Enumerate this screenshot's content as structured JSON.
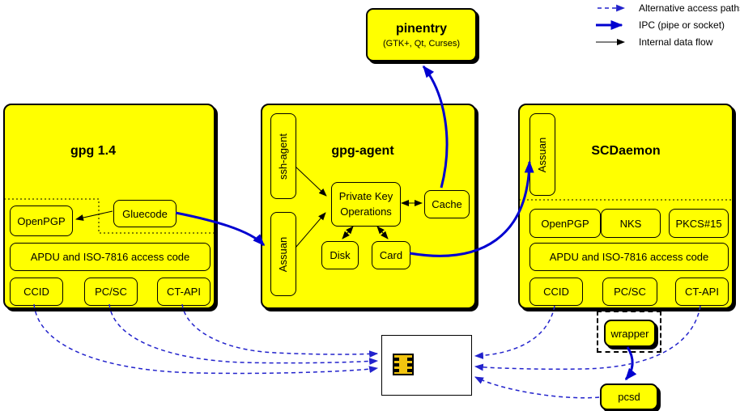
{
  "legend": {
    "alt": "Alternative access paths",
    "ipc": "IPC (pipe or socket)",
    "internal": "Internal data flow"
  },
  "pinentry": {
    "title": "pinentry",
    "subtitle": "(GTK+, Qt, Curses)"
  },
  "gpg14": {
    "title": "gpg 1.4",
    "openpgp": "OpenPGP",
    "gluecode": "Gluecode",
    "apdu": "APDU and ISO-7816 access code",
    "ccid": "CCID",
    "pcsc": "PC/SC",
    "ctapi": "CT-API"
  },
  "gpgagent": {
    "title": "gpg-agent",
    "ssh_agent": "ssh-agent",
    "assuan": "Assuan",
    "pko1": "Private Key",
    "pko2": "Operations",
    "cache": "Cache",
    "disk": "Disk",
    "card": "Card"
  },
  "scdaemon": {
    "title": "SCDaemon",
    "assuan": "Assuan",
    "openpgp": "OpenPGP",
    "nks": "NKS",
    "pkcs15": "PKCS#15",
    "apdu": "APDU and ISO-7816 access code",
    "ccid": "CCID",
    "pcsc": "PC/SC",
    "ctapi": "CT-API"
  },
  "peripherals": {
    "wrapper": "wrapper",
    "pcsd": "pcsd"
  },
  "colors": {
    "box_fill": "#ffff00",
    "ipc_blue": "#0000d0",
    "alt_blue": "#2222cc",
    "line_black": "#000000"
  }
}
